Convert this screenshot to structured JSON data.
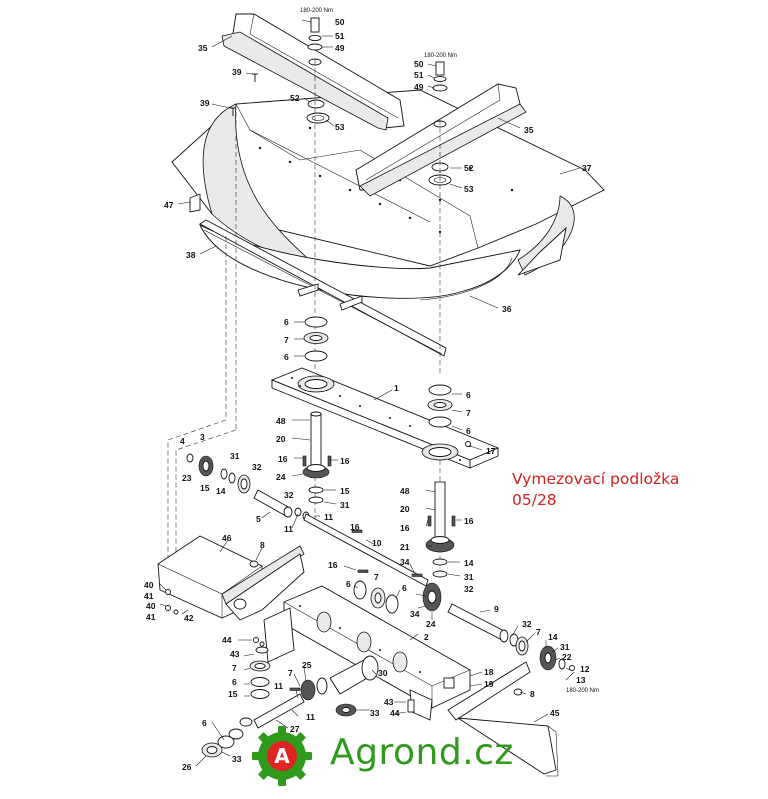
{
  "annotation": {
    "line1": "Vymezovací podložka",
    "line2": "05/28"
  },
  "logo": {
    "text": "Agrond.cz",
    "letter": "A",
    "color": "#2f9a1c",
    "accent": "#e02424"
  },
  "torque_labels": [
    {
      "id": "t1",
      "text": "180-200 Nm"
    },
    {
      "id": "t2",
      "text": "180-200 Nm"
    },
    {
      "id": "t3",
      "text": "180-200 Nm"
    }
  ],
  "callouts": [
    {
      "id": "c50a",
      "text": "50"
    },
    {
      "id": "c51a",
      "text": "51"
    },
    {
      "id": "c49a",
      "text": "49"
    },
    {
      "id": "c35a",
      "text": "35"
    },
    {
      "id": "c39a",
      "text": "39"
    },
    {
      "id": "c39b",
      "text": "39"
    },
    {
      "id": "c52a",
      "text": "52"
    },
    {
      "id": "c53a",
      "text": "53"
    },
    {
      "id": "c50b",
      "text": "50"
    },
    {
      "id": "c51b",
      "text": "51"
    },
    {
      "id": "c49b",
      "text": "49"
    },
    {
      "id": "c35b",
      "text": "35"
    },
    {
      "id": "c52b",
      "text": "52"
    },
    {
      "id": "c53b",
      "text": "53"
    },
    {
      "id": "c37",
      "text": "37"
    },
    {
      "id": "c47",
      "text": "47"
    },
    {
      "id": "c38",
      "text": "38"
    },
    {
      "id": "c36",
      "text": "36"
    },
    {
      "id": "c6a",
      "text": "6"
    },
    {
      "id": "c7a",
      "text": "7"
    },
    {
      "id": "c6b",
      "text": "6"
    },
    {
      "id": "c1",
      "text": "1"
    },
    {
      "id": "c6c",
      "text": "6"
    },
    {
      "id": "c7b",
      "text": "7"
    },
    {
      "id": "c6d",
      "text": "6"
    },
    {
      "id": "c48a",
      "text": "48"
    },
    {
      "id": "c20a",
      "text": "20"
    },
    {
      "id": "c17",
      "text": "17"
    },
    {
      "id": "c16a",
      "text": "16"
    },
    {
      "id": "c16b",
      "text": "16"
    },
    {
      "id": "c4",
      "text": "4"
    },
    {
      "id": "c3",
      "text": "3"
    },
    {
      "id": "c31a",
      "text": "31"
    },
    {
      "id": "c24a",
      "text": "24"
    },
    {
      "id": "c23",
      "text": "23"
    },
    {
      "id": "c15a",
      "text": "15"
    },
    {
      "id": "c14a",
      "text": "14"
    },
    {
      "id": "c32a",
      "text": "32"
    },
    {
      "id": "c15b",
      "text": "15"
    },
    {
      "id": "c31b",
      "text": "31"
    },
    {
      "id": "c32b",
      "text": "32"
    },
    {
      "id": "c48b",
      "text": "48"
    },
    {
      "id": "c20b",
      "text": "20"
    },
    {
      "id": "c16c",
      "text": "16"
    },
    {
      "id": "c16d",
      "text": "16"
    },
    {
      "id": "c5",
      "text": "5"
    },
    {
      "id": "c11a",
      "text": "11"
    },
    {
      "id": "c11b",
      "text": "11"
    },
    {
      "id": "c21",
      "text": "21"
    },
    {
      "id": "c14b",
      "text": "14"
    },
    {
      "id": "c31c",
      "text": "31"
    },
    {
      "id": "c46",
      "text": "46"
    },
    {
      "id": "c8a",
      "text": "8"
    },
    {
      "id": "c16e",
      "text": "16"
    },
    {
      "id": "c10",
      "text": "10"
    },
    {
      "id": "c16f",
      "text": "16"
    },
    {
      "id": "c34a",
      "text": "34"
    },
    {
      "id": "c40a",
      "text": "40"
    },
    {
      "id": "c41a",
      "text": "41"
    },
    {
      "id": "c40b",
      "text": "40"
    },
    {
      "id": "c41b",
      "text": "41"
    },
    {
      "id": "c42",
      "text": "42"
    },
    {
      "id": "c6e",
      "text": "6"
    },
    {
      "id": "c7c",
      "text": "7"
    },
    {
      "id": "c6f",
      "text": "6"
    },
    {
      "id": "c32c",
      "text": "32"
    },
    {
      "id": "c34b",
      "text": "34"
    },
    {
      "id": "c24b",
      "text": "24"
    },
    {
      "id": "c9",
      "text": "9"
    },
    {
      "id": "c2",
      "text": "2"
    },
    {
      "id": "c44a",
      "text": "44"
    },
    {
      "id": "c43a",
      "text": "43"
    },
    {
      "id": "c7d",
      "text": "7"
    },
    {
      "id": "c6g",
      "text": "6"
    },
    {
      "id": "c15c",
      "text": "15"
    },
    {
      "id": "c25",
      "text": "25"
    },
    {
      "id": "c7e",
      "text": "7"
    },
    {
      "id": "c11c",
      "text": "11"
    },
    {
      "id": "c30",
      "text": "30"
    },
    {
      "id": "c18",
      "text": "18"
    },
    {
      "id": "c19",
      "text": "19"
    },
    {
      "id": "c32d",
      "text": "32"
    },
    {
      "id": "c7f",
      "text": "7"
    },
    {
      "id": "c14c",
      "text": "14"
    },
    {
      "id": "c31d",
      "text": "31"
    },
    {
      "id": "c22",
      "text": "22"
    },
    {
      "id": "c12",
      "text": "12"
    },
    {
      "id": "c13",
      "text": "13"
    },
    {
      "id": "c43b",
      "text": "43"
    },
    {
      "id": "c44b",
      "text": "44"
    },
    {
      "id": "c8b",
      "text": "8"
    },
    {
      "id": "c33a",
      "text": "33"
    },
    {
      "id": "c11d",
      "text": "11"
    },
    {
      "id": "c27",
      "text": "27"
    },
    {
      "id": "c6h",
      "text": "6"
    },
    {
      "id": "c45",
      "text": "45"
    },
    {
      "id": "c26",
      "text": "26"
    },
    {
      "id": "c33b",
      "text": "33"
    }
  ]
}
